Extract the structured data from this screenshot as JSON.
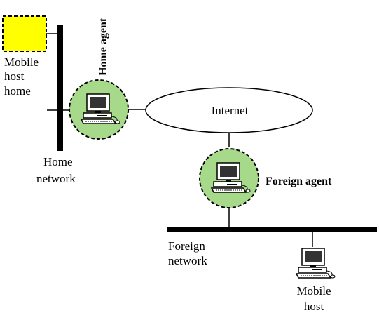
{
  "labels": {
    "mobile_host_home_line1": "Mobile",
    "mobile_host_home_line2": "host",
    "mobile_host_home_line3": "home",
    "home_agent": "Home agent",
    "internet": "Internet",
    "home_network_line1": "Home",
    "home_network_line2": "network",
    "foreign_agent": "Foreign agent",
    "foreign_network_line1": "Foreign",
    "foreign_network_line2": "network",
    "mobile_host_line1": "Mobile",
    "mobile_host_line2": "host"
  },
  "colors": {
    "mobile_home_fill": "#ffff00",
    "agent_fill": "#a6d98a",
    "line": "#000000"
  },
  "icons": {
    "home_agent": "computer-icon",
    "foreign_agent": "computer-icon",
    "mobile_host": "computer-icon"
  }
}
